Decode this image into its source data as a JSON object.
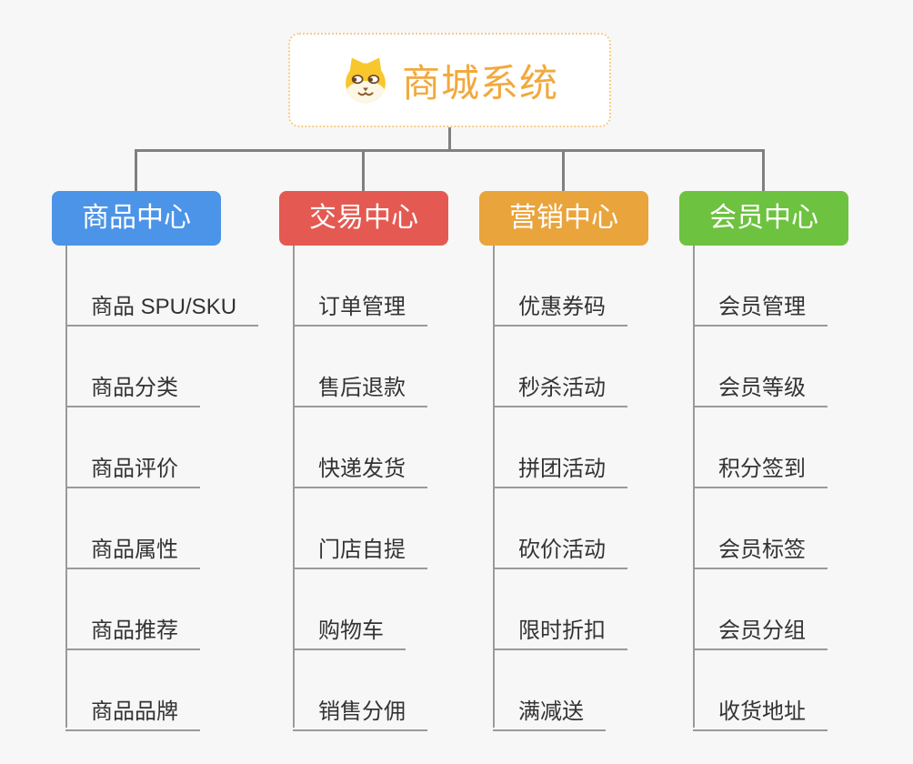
{
  "root": {
    "title": "商城系统",
    "icon": "shiba-dog-icon"
  },
  "branches": [
    {
      "label": "商品中心",
      "color": "#4b94e8",
      "items": [
        "商品 SPU/SKU",
        "商品分类",
        "商品评价",
        "商品属性",
        "商品推荐",
        "商品品牌"
      ]
    },
    {
      "label": "交易中心",
      "color": "#e45a52",
      "items": [
        "订单管理",
        "售后退款",
        "快递发货",
        "门店自提",
        "购物车",
        "销售分佣"
      ]
    },
    {
      "label": "营销中心",
      "color": "#e9a43c",
      "items": [
        "优惠券码",
        "秒杀活动",
        "拼团活动",
        "砍价活动",
        "限时折扣",
        "满减送"
      ]
    },
    {
      "label": "会员中心",
      "color": "#6dc23f",
      "items": [
        "会员管理",
        "会员等级",
        "积分签到",
        "会员标签",
        "会员分组",
        "收货地址"
      ]
    }
  ],
  "colors": {
    "background": "#f7f7f7",
    "root_text": "#f2a93b",
    "root_border": "#f7cb85",
    "connector": "#808080",
    "branch_line": "#9a9a9a",
    "item_text": "#333333"
  }
}
